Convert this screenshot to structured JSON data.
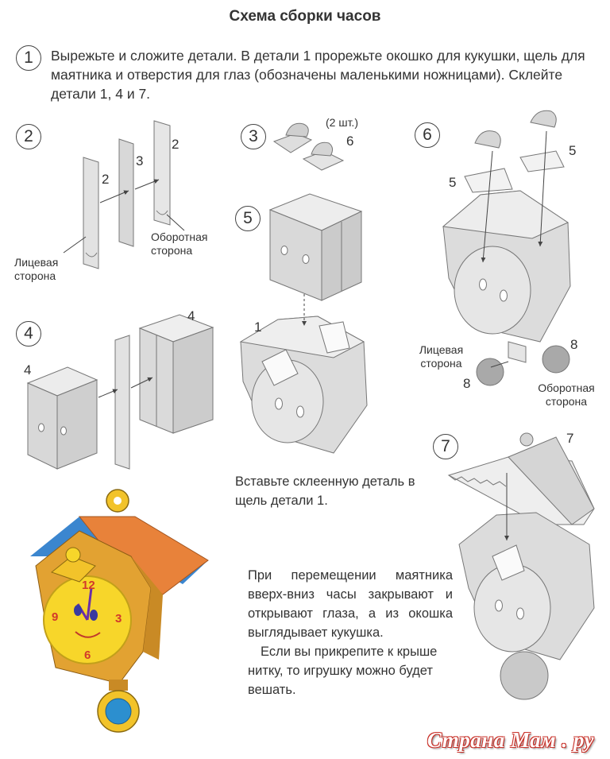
{
  "title": "Схема сборки часов",
  "steps": {
    "s1": {
      "num": "1",
      "text": "Вырежьте и сложите детали. В детали 1 прорежьте окошко для кукушки, щель для маятника и отверстия для глаз (обозначены маленькими ножницами). Склейте детали 1, 4 и 7."
    },
    "s2": {
      "num": "2",
      "parts": [
        "2",
        "3",
        "2"
      ],
      "front_label": "Лицевая сторона",
      "back_label": "Оборотная сторона"
    },
    "s3": {
      "num": "3",
      "qty": "(2 шт.)",
      "part": "6"
    },
    "s4": {
      "num": "4",
      "part_left": "4",
      "part_right": "4"
    },
    "s5": {
      "num": "5",
      "part": "1",
      "caption": "Вставьте склеенную деталь в щель детали 1."
    },
    "s6": {
      "num": "6",
      "part5a": "5",
      "part5b": "5",
      "part8a": "8",
      "part8b": "8",
      "front_label": "Лицевая сторона",
      "back_label": "Оборотная сторона"
    },
    "s7": {
      "num": "7",
      "part": "7"
    }
  },
  "description": {
    "p1": "При перемещении маятника вверх-вниз часы закрывают и открывают глаза, а из окошка выглядывает кукушка.",
    "p2": "Если вы прикрепите к крыше нитку, то игрушку можно будет вешать."
  },
  "clock_face_numbers": [
    "12",
    "3",
    "6",
    "9"
  ],
  "watermark": "Страна Мам . ру",
  "colors": {
    "paper": "#dcdcdc",
    "roof": "#e8823a",
    "body": "#e2a232",
    "face": "#f7d62a",
    "blue": "#3f8fd0"
  }
}
